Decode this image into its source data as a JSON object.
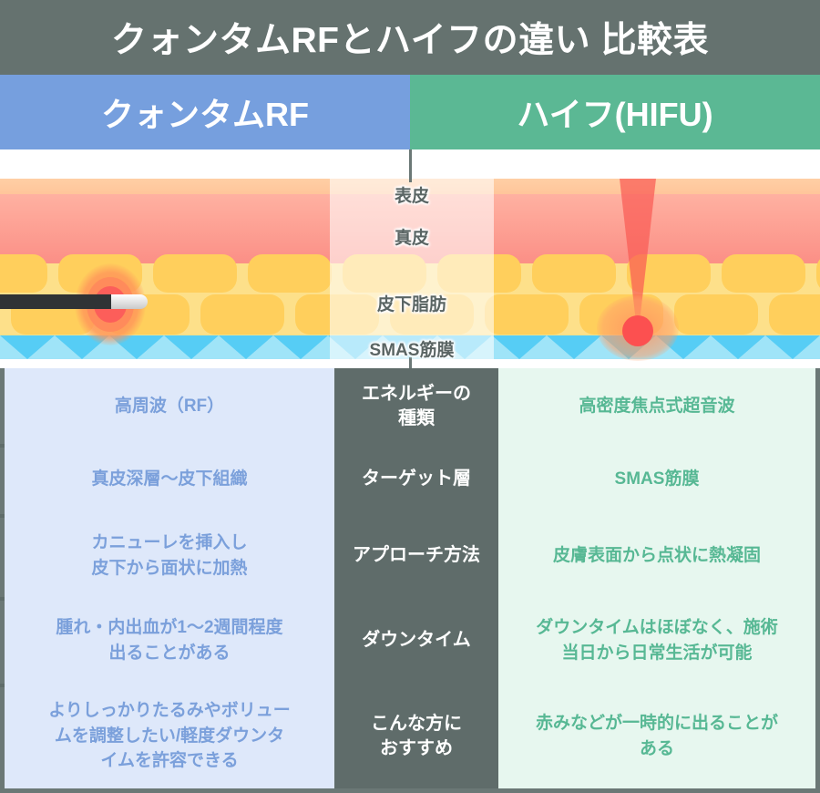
{
  "title": "クォンタムRFとハイフの違い 比較表",
  "columns": {
    "left_label": "クォンタムRF",
    "right_label": "ハイフ(HIFU)"
  },
  "colors": {
    "title_bg": "#65726f",
    "left_header": "#769fde",
    "right_header": "#5bb894",
    "left_cell_bg": "#dee8fa",
    "left_cell_text": "#7ba0db",
    "right_cell_bg": "#e7f7ef",
    "right_cell_text": "#57b894",
    "mid_cell_bg": "#5f6c6a",
    "mid_cell_text": "#ffffff",
    "epidermis": "#ffc59a",
    "dermis": "#fb8f86",
    "fat": "#ffcf5c",
    "smas": "#56cdf5",
    "heat_core": "#fc5e5a",
    "beam": "#fa5c54"
  },
  "diagram": {
    "layer_labels": [
      {
        "name": "表皮"
      },
      {
        "name": "真皮"
      },
      {
        "name": "皮下脂肪"
      },
      {
        "name": "SMAS筋膜"
      }
    ],
    "left_illustration": "cannula-inserted-in-subcutaneous-fat-with-radial-heating",
    "right_illustration": "focused-ultrasound-beam-converging-on-smas-layer"
  },
  "rows": [
    {
      "label": "エネルギーの\n種類",
      "label_line1": "エネルギーの",
      "label_line2": "種類",
      "left": "高周波（RF）",
      "right": "高密度焦点式超音波"
    },
    {
      "label": "ターゲット層",
      "label_line1": "ターゲット層",
      "label_line2": "",
      "left": "真皮深層〜皮下組織",
      "right": "SMAS筋膜"
    },
    {
      "label": "アプローチ方法",
      "label_line1": "アプローチ方法",
      "label_line2": "",
      "left_line1": "カニューレを挿入し",
      "left_line2": "皮下から面状に加熱",
      "right": "皮膚表面から点状に熱凝固"
    },
    {
      "label": "ダウンタイム",
      "label_line1": "ダウンタイム",
      "label_line2": "",
      "left_line1": "腫れ・内出血が1〜2週間程度",
      "left_line2": "出ることがある",
      "right_line1": "ダウンタイムはほぼなく、施術",
      "right_line2": "当日から日常生活が可能"
    },
    {
      "label": "こんな方に\nおすすめ",
      "label_line1": "こんな方に",
      "label_line2": "おすすめ",
      "left_line1": "よりしっかりたるみやボリュー",
      "left_line2": "ムを調整したい/軽度ダウンタ",
      "left_line3": "イムを許容できる",
      "right_line1": "赤みなどが一時的に出ることが",
      "right_line2": "ある"
    }
  ]
}
